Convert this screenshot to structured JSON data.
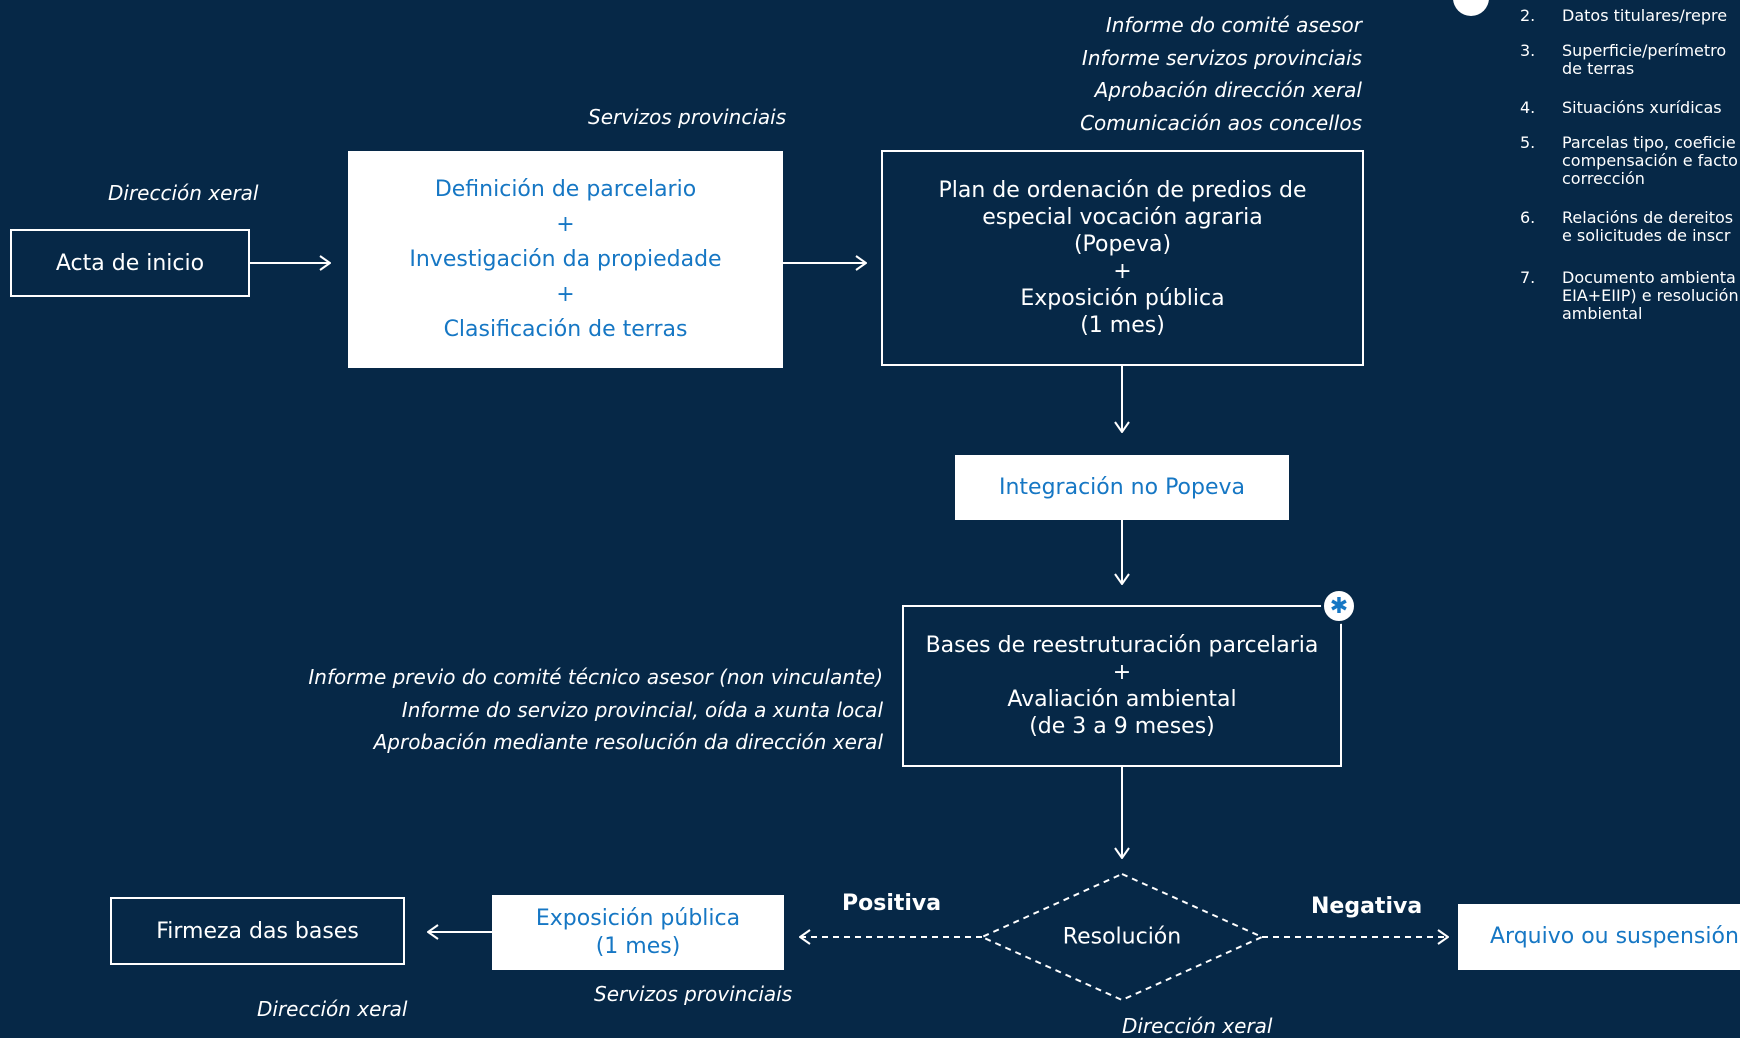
{
  "colors": {
    "background": "#062847",
    "box_white": "#ffffff",
    "accent_text": "#1677c4",
    "line": "#ffffff"
  },
  "acta": {
    "label": "Acta de inicio",
    "actor": "Dirección xeral"
  },
  "parcelario": {
    "actor": "Servizos provinciais",
    "line1": "Definición de parcelario",
    "plus1": "+",
    "line2": "Investigación da propiedade",
    "plus2": "+",
    "line3": "Clasificación de terras"
  },
  "popeva": {
    "notes": [
      "Informe do comité asesor",
      "Informe servizos provinciais",
      "Aprobación dirección xeral",
      "Comunicación aos concellos"
    ],
    "line1": "Plan de ordenación de predios de",
    "line2": "especial vocación agraria",
    "line3": "(Popeva)",
    "plus": "+",
    "line4": "Exposición pública",
    "line5": "(1 mes)"
  },
  "integracion": {
    "label": "Integración no Popeva"
  },
  "bases": {
    "notes": [
      "Informe previo do comité técnico asesor (non vinculante)",
      "Informe do servizo provincial, oída a xunta local",
      "Aprobación mediante resolución da dirección xeral"
    ],
    "line1": "Bases de reestruturación parcelaria",
    "plus": "+",
    "line2": "Avaliación ambiental",
    "line3": "(de 3 a 9 meses)",
    "badge_icon": "asterisk-icon"
  },
  "resolucion": {
    "label": "Resolución",
    "actor": "Dirección xeral",
    "positive": "Positiva",
    "negative": "Negativa"
  },
  "exposicion": {
    "line1": "Exposición pública",
    "line2": "(1 mes)",
    "actor": "Servizos provinciais"
  },
  "firmeza": {
    "label": "Firmeza das bases",
    "actor": "Dirección xeral"
  },
  "arquivo": {
    "label": "Arquivo ou suspensión"
  },
  "side_notes": [
    {
      "num": "2.",
      "text": "Datos titulares/repre"
    },
    {
      "num": "3.",
      "text": "Superficie/perímetro\nde terras"
    },
    {
      "num": "4.",
      "text": "Situacións xurídicas"
    },
    {
      "num": "5.",
      "text": "Parcelas tipo, coeficie\ncompensación e facto\ncorrección"
    },
    {
      "num": "6.",
      "text": "Relacións de dereitos\ne solicitudes de inscr"
    },
    {
      "num": "7.",
      "text": "Documento ambienta\nEIA+EIIP) e resolución\nambiental"
    }
  ]
}
